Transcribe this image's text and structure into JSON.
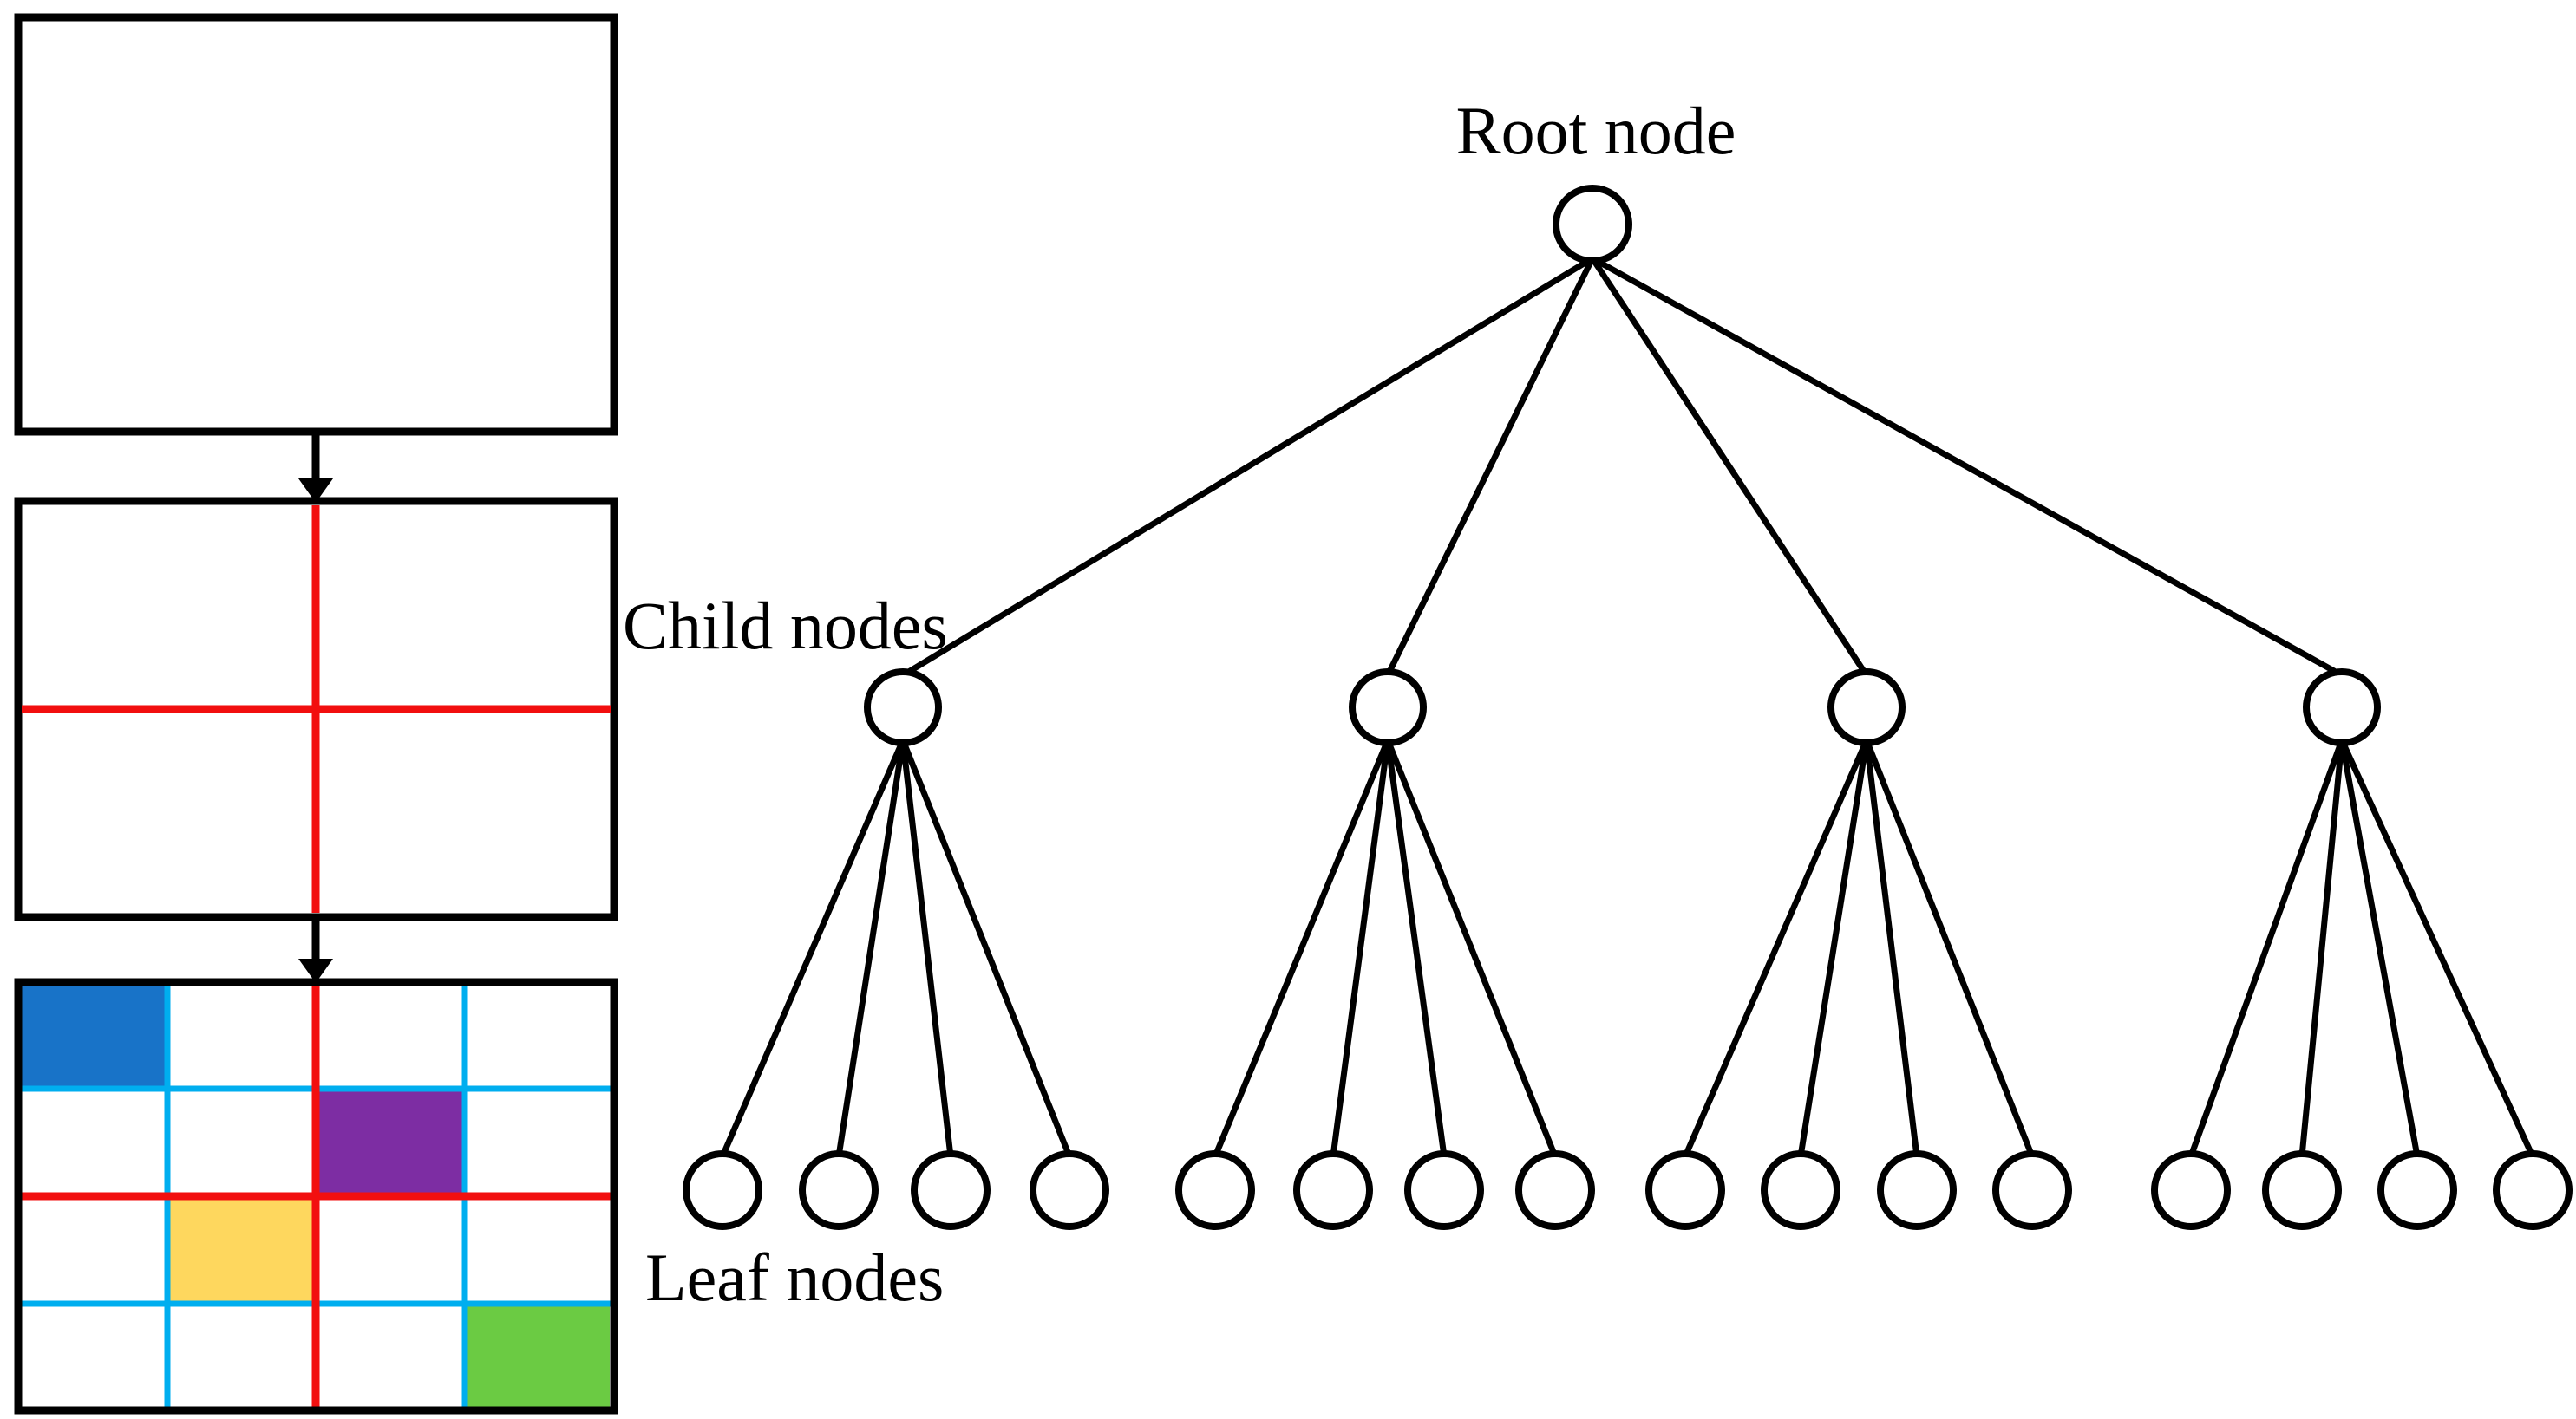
{
  "palette": {
    "black": "#000000",
    "white": "#FFFFFF",
    "red": "#F20F0F",
    "cyan": "#00AEEF",
    "blue": "#1873C8",
    "purple": "#7D2DA3",
    "yellow": "#FED75E",
    "green": "#6BCB43"
  },
  "labels": {
    "root": "Root node",
    "children": "Child nodes",
    "leaves": "Leaf nodes"
  },
  "structure": {
    "type": "quadtree-subdivision",
    "flow_steps": [
      "undivided region",
      "region split into 4 quadrants by red cross",
      "quadrants split into 16 cells by cyan lines"
    ],
    "grid": {
      "rows": 4,
      "cols": 4,
      "colored_cells": [
        {
          "row": 0,
          "col": 0,
          "color": "blue"
        },
        {
          "row": 1,
          "col": 2,
          "color": "purple"
        },
        {
          "row": 2,
          "col": 1,
          "color": "yellow"
        },
        {
          "row": 3,
          "col": 3,
          "color": "green"
        }
      ]
    },
    "tree": {
      "root_children": 4,
      "leaves_per_child": 4,
      "colored_leaves": [
        {
          "child_index": 0,
          "leaf_index": 0,
          "color": "blue"
        },
        {
          "child_index": 1,
          "leaf_index": 2,
          "color": "purple"
        },
        {
          "child_index": 2,
          "leaf_index": 1,
          "color": "yellow"
        },
        {
          "child_index": 3,
          "leaf_index": 3,
          "color": "green"
        }
      ]
    }
  }
}
